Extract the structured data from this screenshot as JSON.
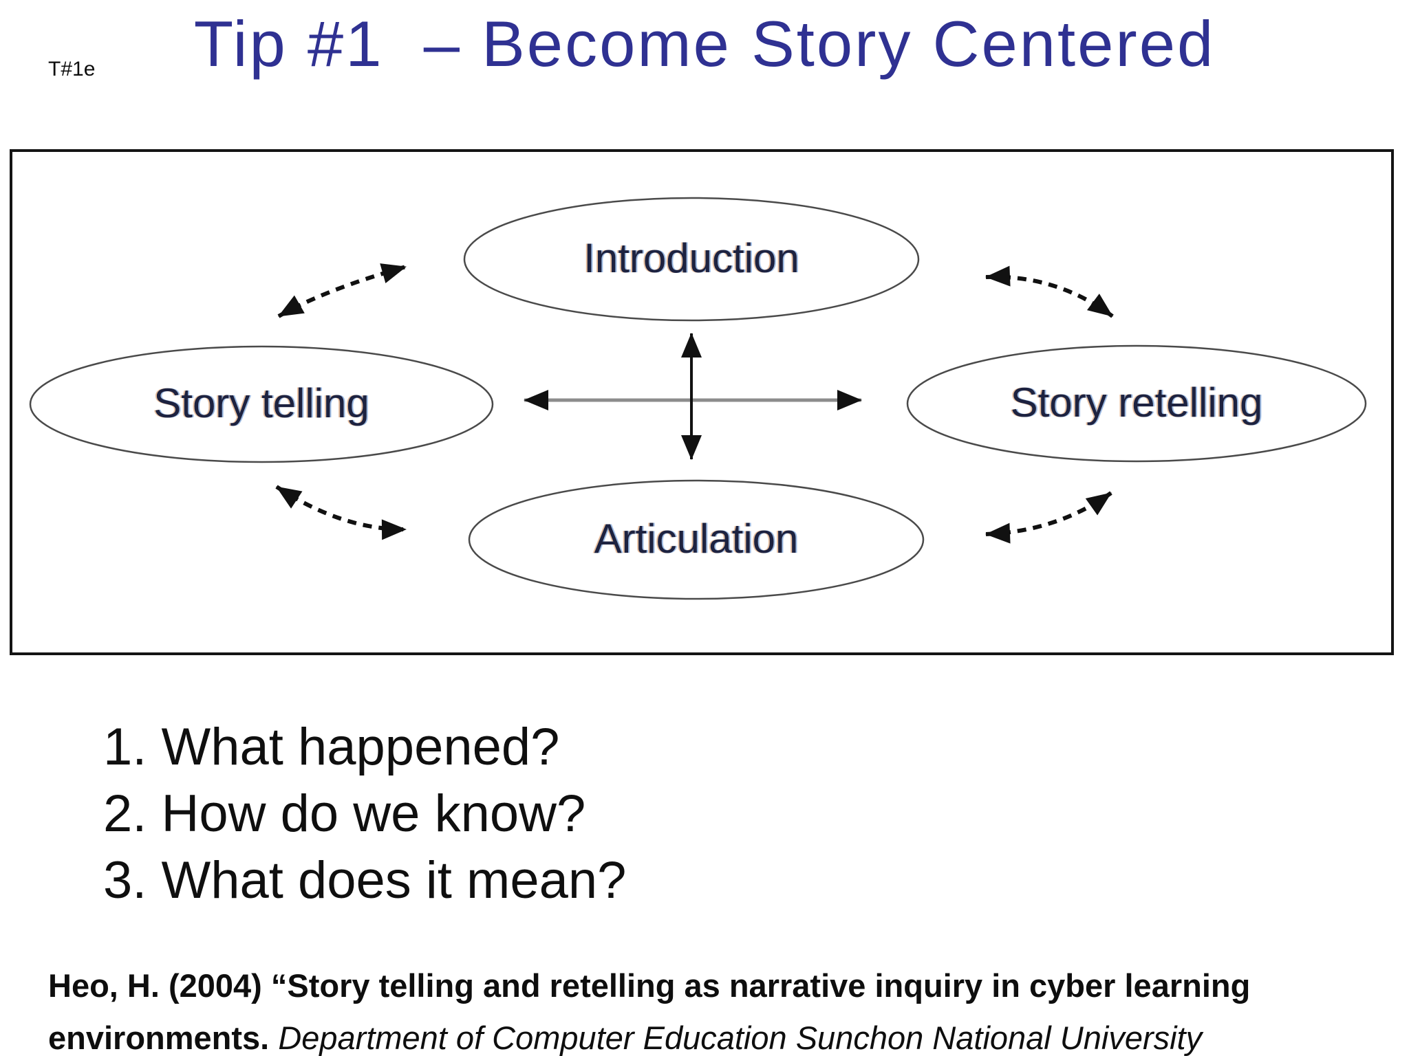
{
  "slide": {
    "corner_tag": "T#1e",
    "title": "Tip #1  – Become Story Centered",
    "title_color": "#2f3192"
  },
  "diagram": {
    "nodes": {
      "top": "Introduction",
      "left": "Story telling",
      "right": "Story retelling",
      "bottom": "Articulation"
    }
  },
  "questions": {
    "items": [
      "1. What happened?",
      "2. How do we know?",
      "3. What does it mean?"
    ]
  },
  "citation": {
    "bold": "Heo, H. (2004) “Story telling and retelling as narrative inquiry in cyber learning environments.",
    "italic": "Department of Computer Education Sunchon National University"
  }
}
